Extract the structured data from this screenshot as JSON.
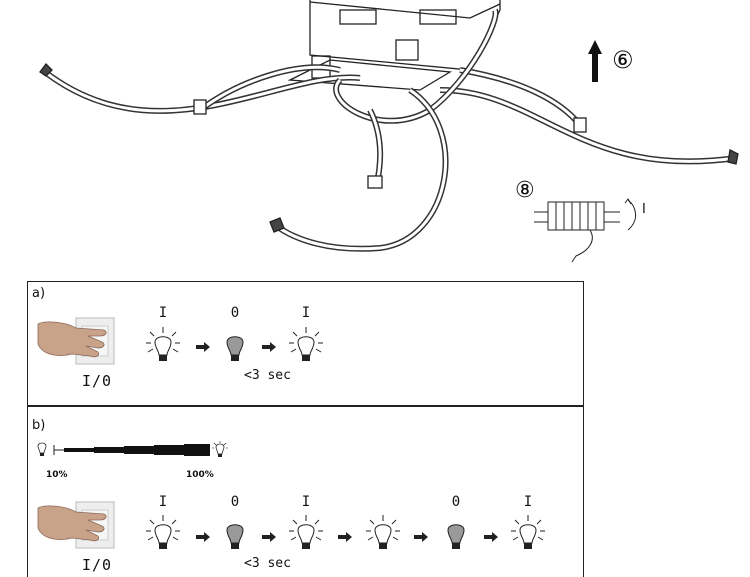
{
  "fixture": {
    "step_up": "⑥",
    "step_wire": "⑧",
    "wire_mark": "I"
  },
  "panel_a": {
    "label": "a)",
    "switch_label": "I/0",
    "states": [
      "I",
      "0",
      "I"
    ],
    "timing": "<3 sec"
  },
  "panel_b": {
    "label": "b)",
    "dim_min": "10%",
    "dim_max": "100%",
    "switch_label": "I/0",
    "states": [
      "I",
      "0",
      "I",
      "",
      "0",
      "I"
    ],
    "timing": "<3 sec"
  }
}
